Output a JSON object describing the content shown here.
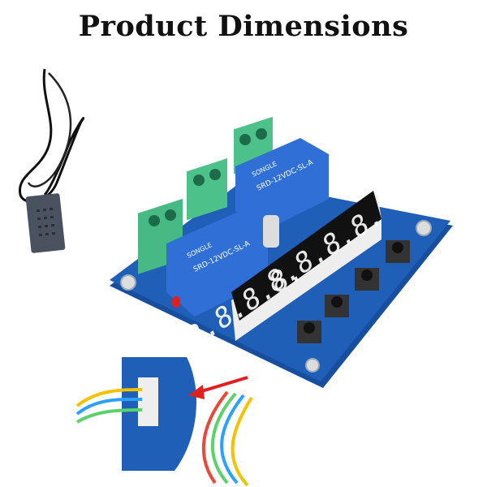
{
  "title": "Product Dimensions",
  "relay": {
    "brand": "SONGLE",
    "model": "SRD-12VDC-SL-A"
  },
  "display": {
    "left": "8.8.8.8.",
    "right": "8.8.8.8."
  },
  "colors": {
    "board": "#1f5fb8",
    "relay": "#2f6fd6",
    "terminal": "#4cc28a",
    "led": "#e02020",
    "arrow": "#e02020"
  }
}
